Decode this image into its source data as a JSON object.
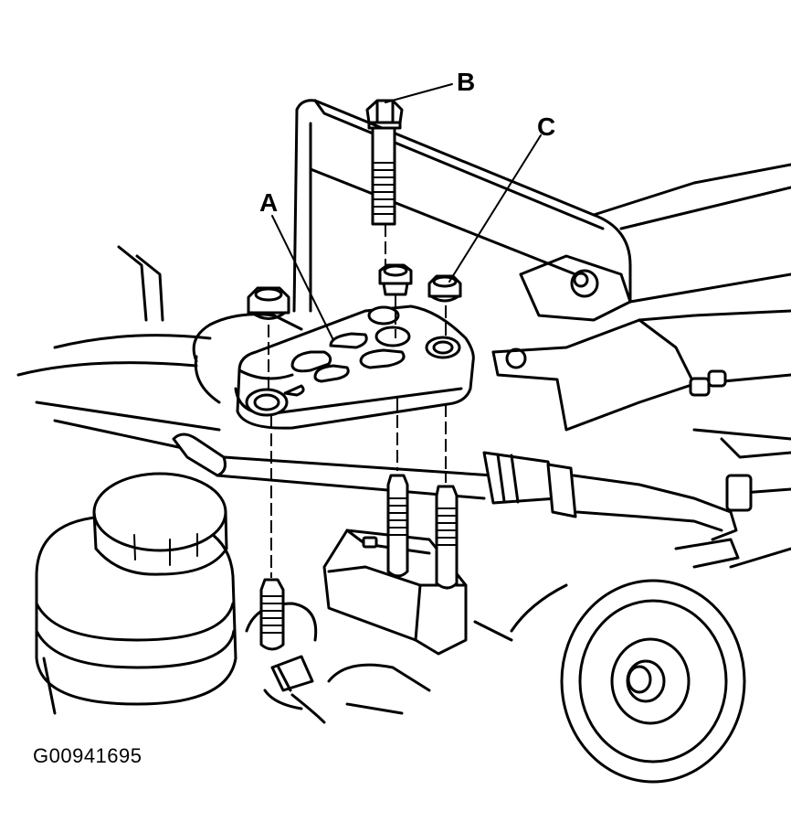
{
  "callouts": {
    "a": "A",
    "b": "B",
    "c": "C"
  },
  "figure_id": "G00941695",
  "colors": {
    "line": "#000000",
    "background": "#ffffff"
  }
}
